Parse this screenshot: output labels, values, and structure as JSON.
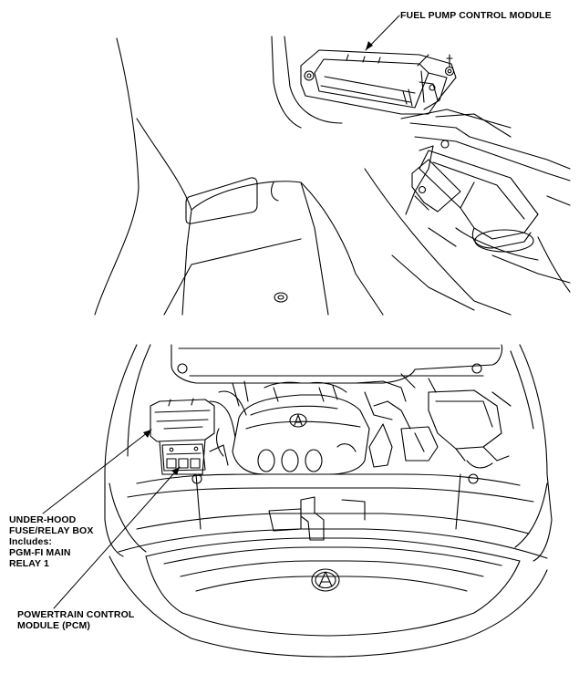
{
  "callouts": {
    "fuel_pump_control_module": "FUEL PUMP CONTROL MODULE",
    "under_hood_fuse_relay_box": {
      "line1": "UNDER-HOOD",
      "line2": "FUSE/RELAY BOX",
      "line3": "Includes:",
      "line4": "PGM-FI MAIN",
      "line5": "RELAY 1"
    },
    "powertrain_control_module": {
      "line1": "POWERTRAIN CONTROL",
      "line2": "MODULE (PCM)"
    }
  },
  "emblem_letter": "A"
}
